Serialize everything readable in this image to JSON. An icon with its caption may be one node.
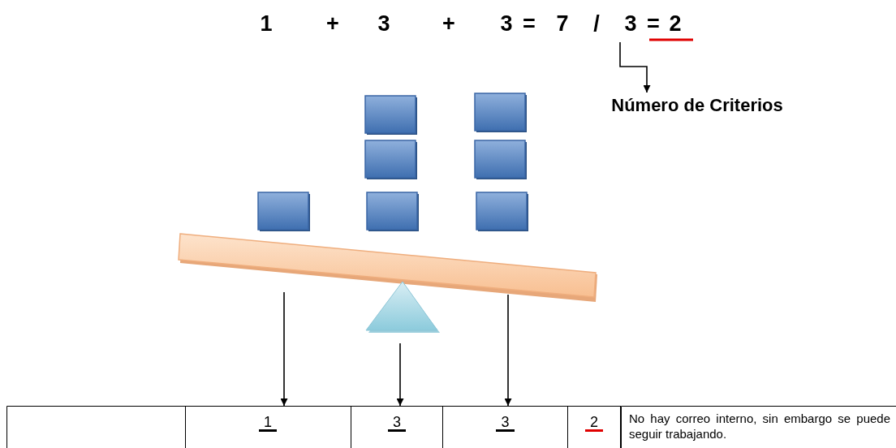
{
  "diagram": {
    "nodes": [
      {
        "text": [
          "3"
        ]
      },
      {
        "text": [
          "Número de Criterios"
        ]
      },
      {
        "text": [
          "1"
        ]
      },
      {
        "text": [
          "3"
        ]
      },
      {
        "text": [
          "3"
        ]
      },
      {
        "text": [
          "2"
        ]
      }
    ],
    "edges": [
      {
        "from": 0,
        "to": 1,
        "arrow": "to"
      },
      {
        "from": null,
        "to": 2,
        "arrow": "to"
      },
      {
        "from": null,
        "to": 3,
        "arrow": "to"
      },
      {
        "from": null,
        "to": 4,
        "arrow": "to"
      }
    ],
    "labels": [
      "1",
      "+",
      "3",
      "+",
      "3",
      "=",
      "7",
      "/",
      "=",
      "2",
      "No hay correo interno, sin embargo se puede seguir trabajando."
    ]
  }
}
